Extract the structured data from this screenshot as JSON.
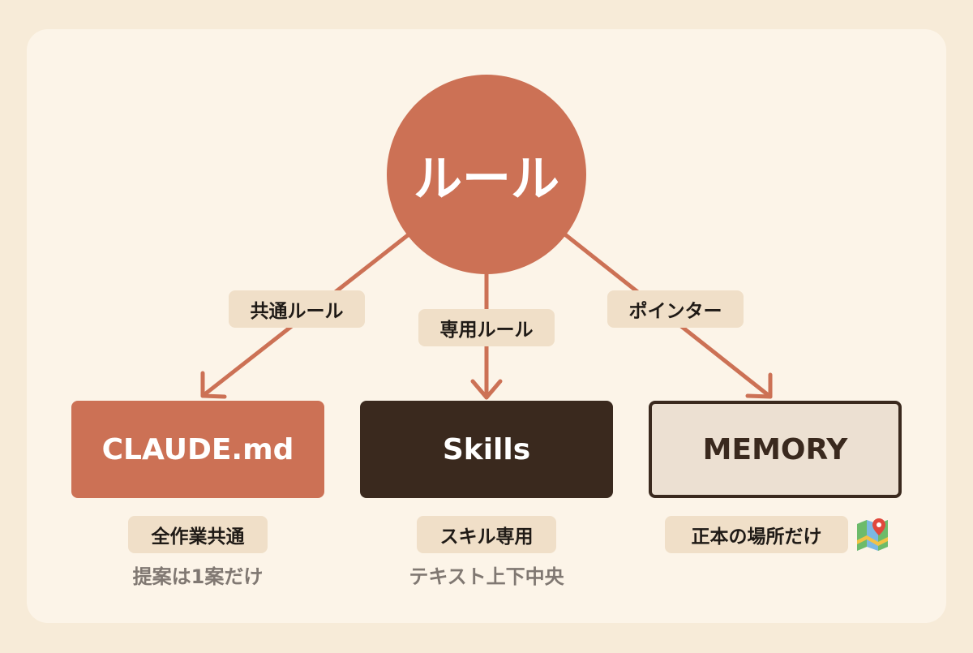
{
  "root": {
    "label": "ルール"
  },
  "edges": [
    {
      "label": "共通ルール"
    },
    {
      "label": "専用ルール"
    },
    {
      "label": "ポインター"
    }
  ],
  "nodes": [
    {
      "label": "CLAUDE.md",
      "chip": "全作業共通",
      "note": "提案は1案だけ"
    },
    {
      "label": "Skills",
      "chip": "スキル専用",
      "note": "テキスト上下中央"
    },
    {
      "label": "MEMORY",
      "chip": "正本の場所だけ",
      "icon": "map-icon"
    }
  ],
  "colors": {
    "background": "#f7ebd8",
    "card": "#fcf4e8",
    "accent": "#cc7155",
    "dark": "#3a291e",
    "label_bg": "#f0dfc8",
    "muted_text": "#807872"
  }
}
